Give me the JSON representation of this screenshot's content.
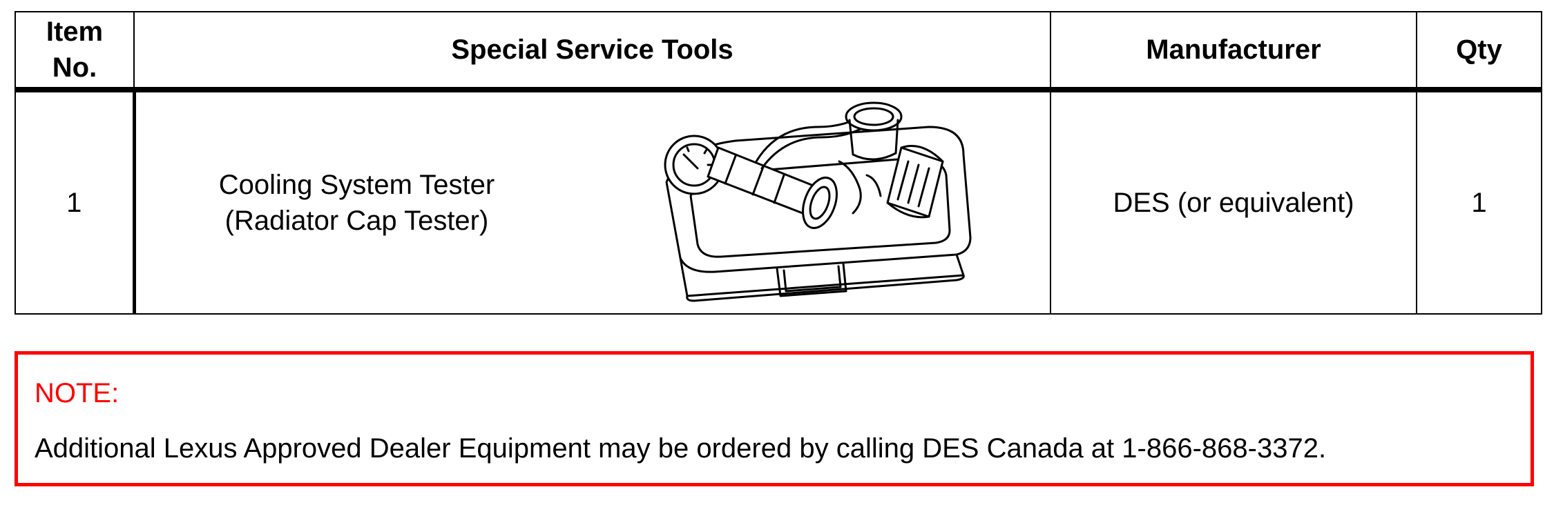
{
  "table": {
    "headers": {
      "item_line1": "Item",
      "item_line2": "No.",
      "tools": "Special Service Tools",
      "manufacturer": "Manufacturer",
      "qty": "Qty"
    },
    "rows": [
      {
        "item_no": "1",
        "tool_line1": "Cooling System Tester",
        "tool_line2": "(Radiator Cap Tester)",
        "tool_illustration_icon": "cooling-system-tester-kit-icon",
        "manufacturer": "DES (or equivalent)",
        "qty": "1"
      }
    ]
  },
  "note": {
    "label": "NOTE:",
    "text": "Additional Lexus Approved Dealer Equipment may be ordered by calling DES Canada at 1-866-868-3372.",
    "border_color": "#ff0000",
    "label_color": "#ff0000"
  }
}
